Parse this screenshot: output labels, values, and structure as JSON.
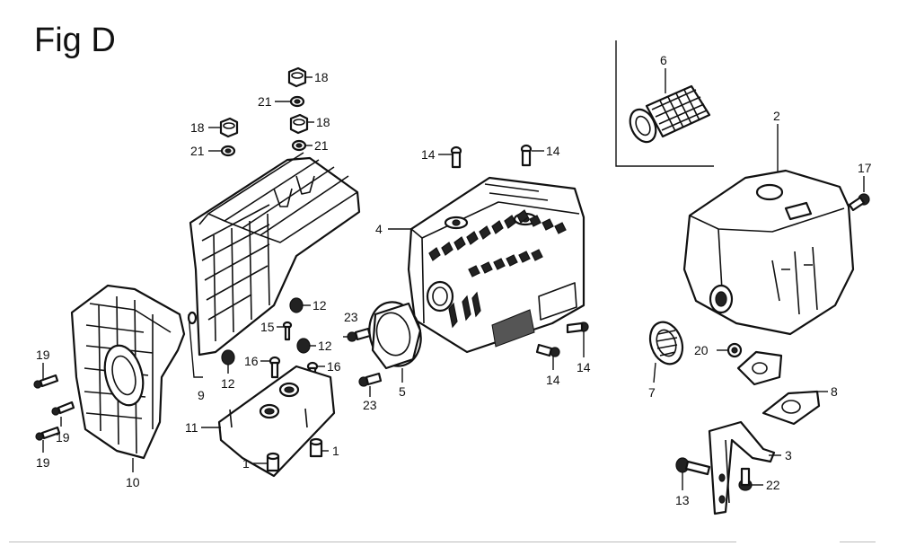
{
  "figure": {
    "title": "Fig D"
  },
  "callouts": [
    {
      "id": "c6",
      "label": "6"
    },
    {
      "id": "c2",
      "label": "2"
    },
    {
      "id": "c17",
      "label": "17"
    },
    {
      "id": "c18a",
      "label": "18"
    },
    {
      "id": "c21a",
      "label": "21"
    },
    {
      "id": "c18b",
      "label": "18"
    },
    {
      "id": "c21b",
      "label": "21"
    },
    {
      "id": "c18c",
      "label": "18"
    },
    {
      "id": "c21c",
      "label": "21"
    },
    {
      "id": "c14a",
      "label": "14"
    },
    {
      "id": "c14b",
      "label": "14"
    },
    {
      "id": "c4",
      "label": "4"
    },
    {
      "id": "c12a",
      "label": "12"
    },
    {
      "id": "c23a",
      "label": "23"
    },
    {
      "id": "c15",
      "label": "15"
    },
    {
      "id": "c12b",
      "label": "12"
    },
    {
      "id": "c16a",
      "label": "16"
    },
    {
      "id": "c16b",
      "label": "16"
    },
    {
      "id": "c19a",
      "label": "19"
    },
    {
      "id": "c19b",
      "label": "19"
    },
    {
      "id": "c19c",
      "label": "19"
    },
    {
      "id": "c9",
      "label": "9"
    },
    {
      "id": "c12c",
      "label": "12"
    },
    {
      "id": "c11",
      "label": "11"
    },
    {
      "id": "c1a",
      "label": "1"
    },
    {
      "id": "c1b",
      "label": "1"
    },
    {
      "id": "c10",
      "label": "10"
    },
    {
      "id": "c23b",
      "label": "23"
    },
    {
      "id": "c5",
      "label": "5"
    },
    {
      "id": "c14c",
      "label": "14"
    },
    {
      "id": "c14d",
      "label": "14"
    },
    {
      "id": "c20",
      "label": "20"
    },
    {
      "id": "c7",
      "label": "7"
    },
    {
      "id": "c8",
      "label": "8"
    },
    {
      "id": "c3",
      "label": "3"
    },
    {
      "id": "c13",
      "label": "13"
    },
    {
      "id": "c22",
      "label": "22"
    }
  ]
}
